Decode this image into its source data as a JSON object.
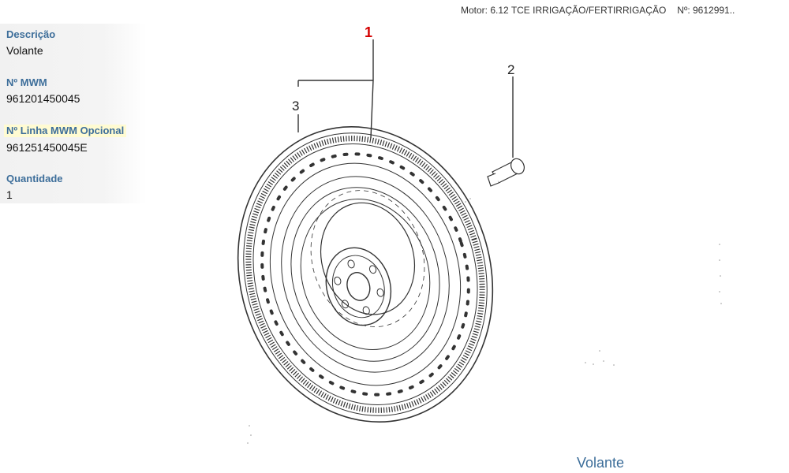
{
  "header": {
    "motor": "Motor: 6.12 TCE IRRIGAÇÃO/FERTIRRIGAÇÃO",
    "part_no": "Nº: 9612991.."
  },
  "info": {
    "descricao_label": "Descrição",
    "descricao_value": "Volante",
    "mwm_label": "Nº MWM",
    "mwm_value": "961201450045",
    "linha_label": "Nº Linha MWM Opcional",
    "linha_value": "961251450045E",
    "quantidade_label": "Quantidade",
    "quantidade_value": "1"
  },
  "diagram": {
    "callout_1": "1",
    "callout_2": "2",
    "callout_3": "3",
    "parts": [
      "flywheel-icon",
      "bolt-icon",
      "ring-gear-icon"
    ]
  },
  "caption": "Volante",
  "colors": {
    "label_blue": "#3d6e9a",
    "callout_red": "#d40000",
    "highlight": "#fffbd2"
  }
}
